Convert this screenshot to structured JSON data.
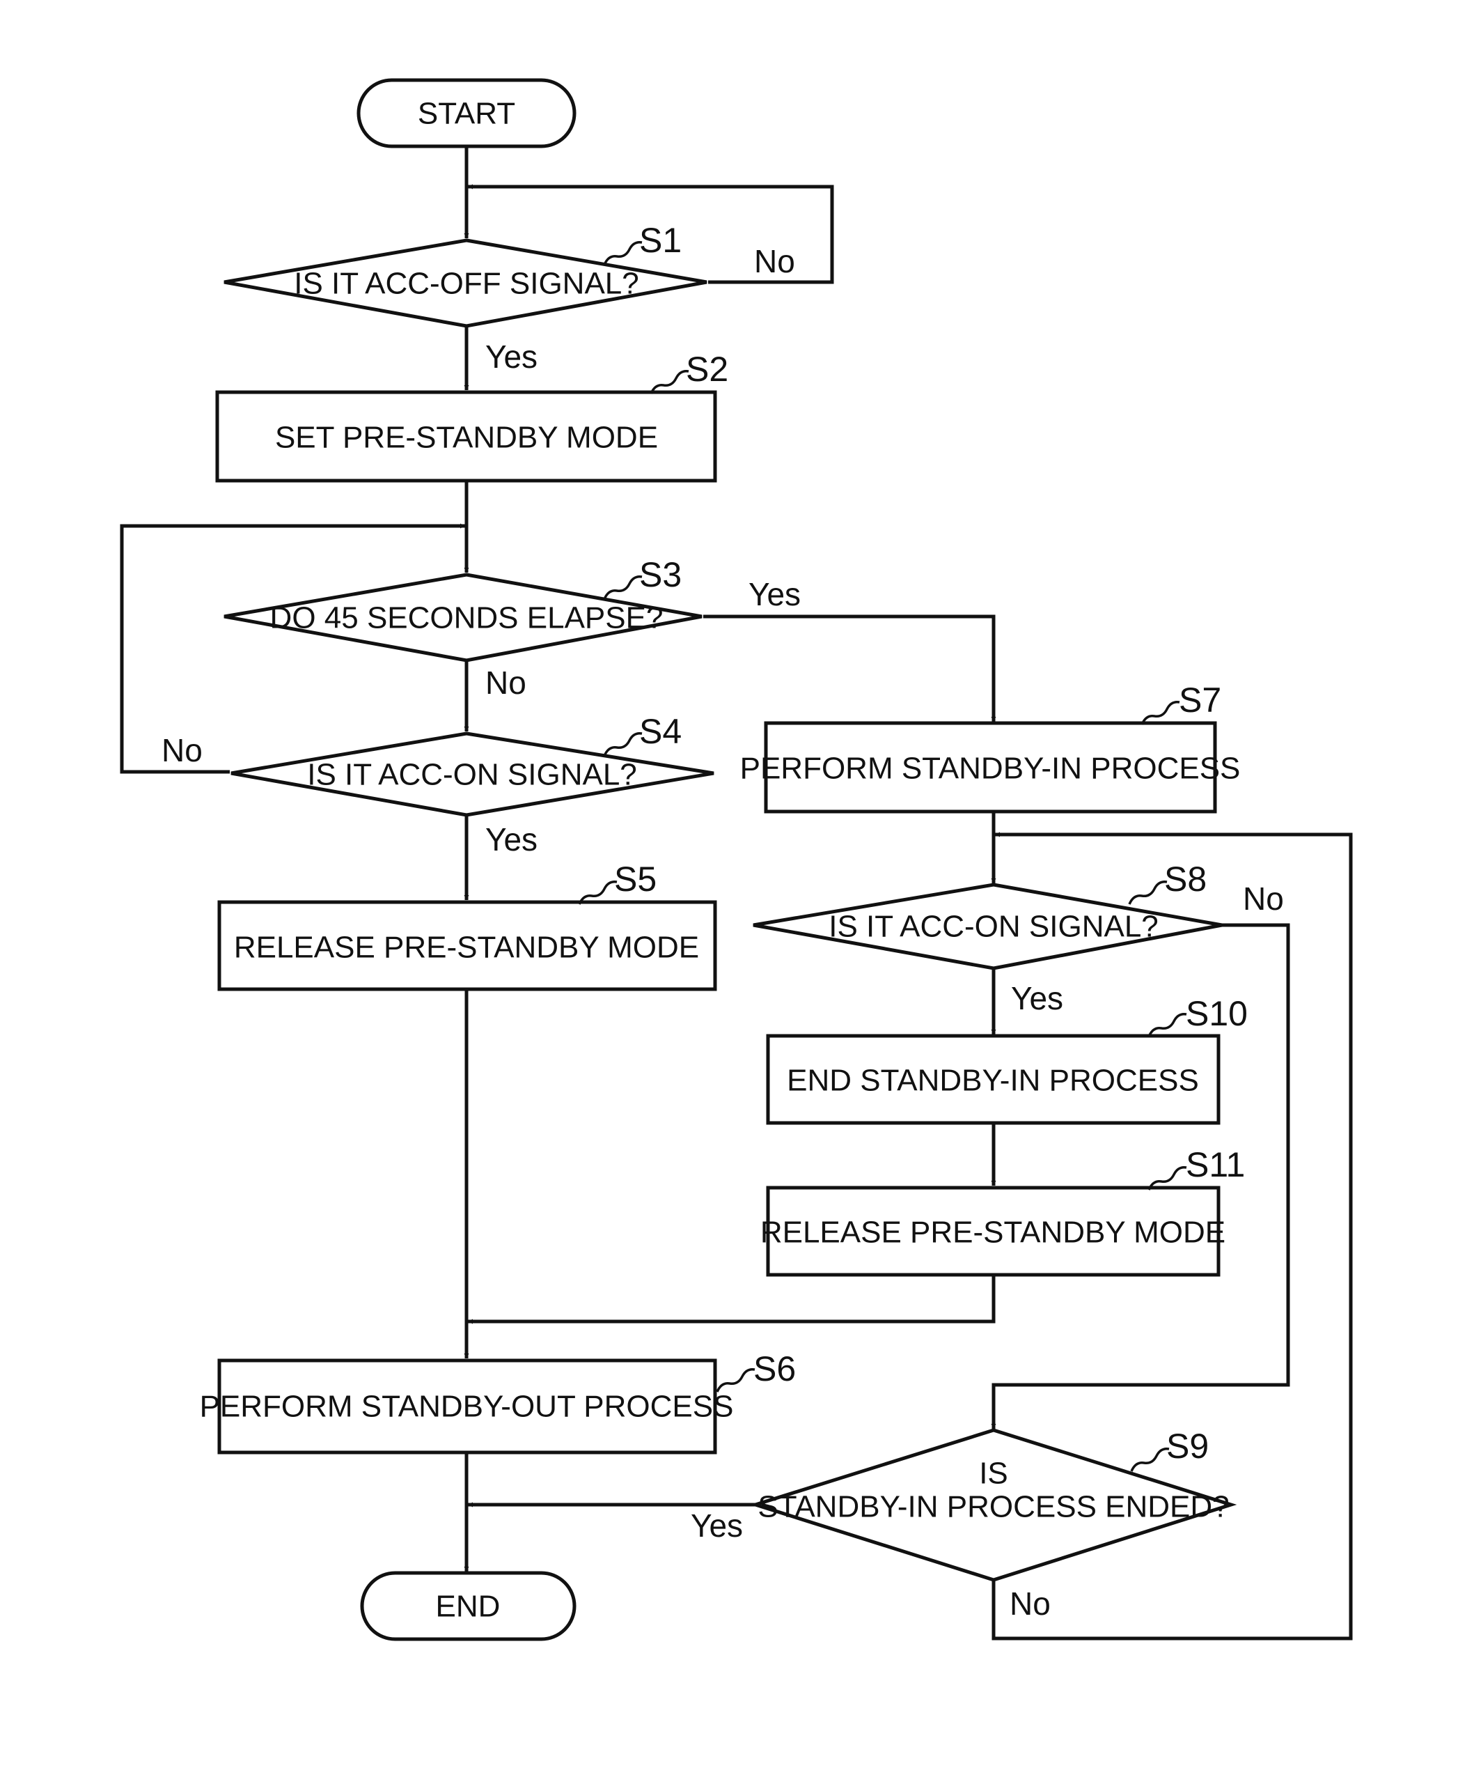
{
  "nodes": {
    "start": {
      "text": "START"
    },
    "s1": {
      "step": "S1",
      "text": "IS IT ACC-OFF SIGNAL?"
    },
    "s2": {
      "step": "S2",
      "text": "SET PRE-STANDBY MODE"
    },
    "s3": {
      "step": "S3",
      "text": "DO 45 SECONDS ELAPSE?"
    },
    "s4": {
      "step": "S4",
      "text": "IS IT ACC-ON SIGNAL?"
    },
    "s5": {
      "step": "S5",
      "text": "RELEASE PRE-STANDBY MODE"
    },
    "s6": {
      "step": "S6",
      "text": "PERFORM STANDBY-OUT PROCESS"
    },
    "s7": {
      "step": "S7",
      "text": "PERFORM STANDBY-IN PROCESS"
    },
    "s8": {
      "step": "S8",
      "text": "IS IT ACC-ON SIGNAL?"
    },
    "s9": {
      "step": "S9",
      "text_line1": "IS",
      "text_line2": "STANDBY-IN PROCESS ENDED?"
    },
    "s10": {
      "step": "S10",
      "text": "END STANDBY-IN PROCESS"
    },
    "s11": {
      "step": "S11",
      "text": "RELEASE PRE-STANDBY MODE"
    },
    "end": {
      "text": "END"
    }
  },
  "edges": {
    "s1_no": "No",
    "s1_yes": "Yes",
    "s3_yes": "Yes",
    "s3_no": "No",
    "s4_no": "No",
    "s4_yes": "Yes",
    "s8_no": "No",
    "s8_yes": "Yes",
    "s9_yes": "Yes",
    "s9_no": "No"
  }
}
